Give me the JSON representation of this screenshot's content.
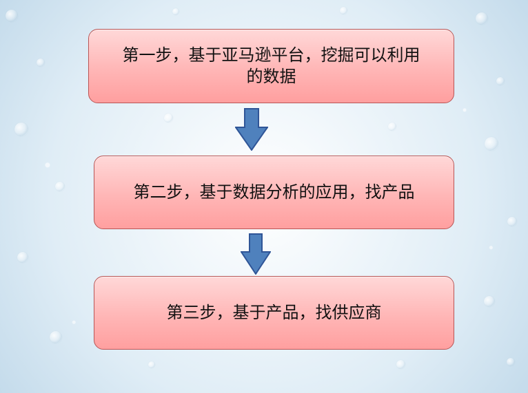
{
  "flowchart": {
    "steps": [
      {
        "label": "第一步，基于亚马逊平台，挖掘可以利用\n的数据"
      },
      {
        "label": "第二步，基于数据分析的应用，找产品"
      },
      {
        "label": "第三步，基于产品，找供应商"
      }
    ]
  },
  "colors": {
    "box_fill": "#ffb6b6",
    "box_border": "#b85555",
    "arrow_fill": "#4f81bd",
    "arrow_border": "#2f5597"
  }
}
